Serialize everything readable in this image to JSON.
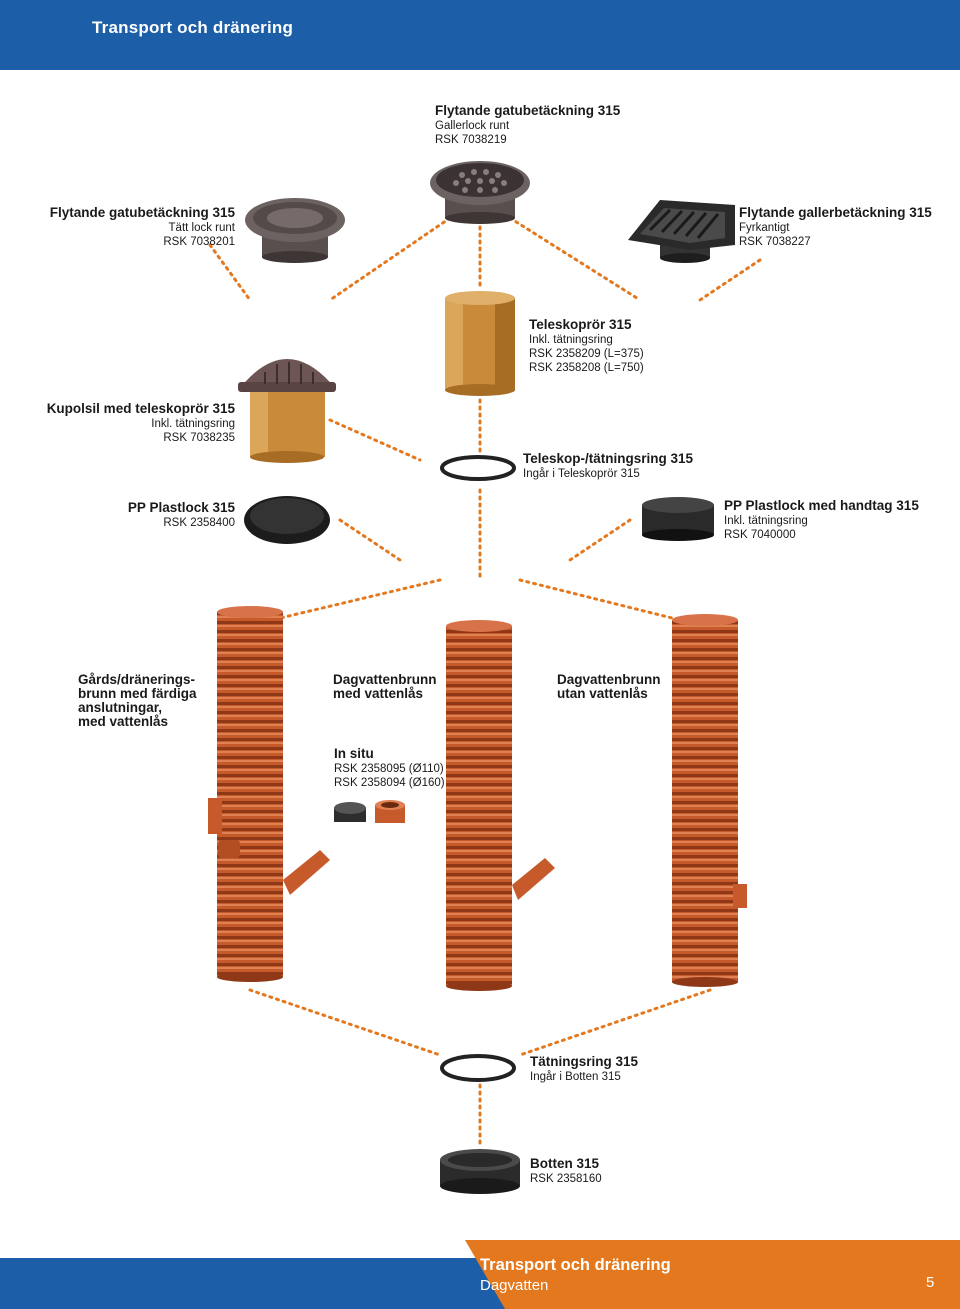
{
  "header": {
    "title": "Transport och dränering"
  },
  "products": {
    "gatu_galler": {
      "title": "Flytande gatubetäckning 315",
      "l1": "Gallerlock runt",
      "l2": "RSK 7038219"
    },
    "gatu_tatt": {
      "title": "Flytande gatubetäckning 315",
      "l1": "Tätt lock runt",
      "l2": "RSK 7038201"
    },
    "galler_fyrkant": {
      "title": "Flytande gallerbetäckning 315",
      "l1": "Fyrkantigt",
      "l2": "RSK 7038227"
    },
    "teleskoprör": {
      "title": "Teleskoprör 315",
      "l1": "Inkl. tätningsring",
      "l2": "RSK 2358209 (L=375)",
      "l3": "RSK 2358208 (L=750)"
    },
    "kupolsil": {
      "title": "Kupolsil med teleskoprör 315",
      "l1": "Inkl. tätningsring",
      "l2": "RSK 7038235"
    },
    "teleskop_ring": {
      "title": "Teleskop-/tätningsring 315",
      "l1": "Ingår i Teleskoprör 315"
    },
    "pp_plastlock": {
      "title": "PP Plastlock 315",
      "l1": "RSK 2358400"
    },
    "pp_handtag": {
      "title": "PP Plastlock med handtag 315",
      "l1": "Inkl. tätningsring",
      "l2": "RSK 7040000"
    },
    "gards": {
      "l1": "Gårds/dränerings-",
      "l2": "brunn med färdiga",
      "l3": "anslutningar,",
      "l4": "med vattenlås"
    },
    "dag_med": {
      "l1": "Dagvattenbrunn",
      "l2": "med vattenlås"
    },
    "dag_utan": {
      "l1": "Dagvattenbrunn",
      "l2": "utan vattenlås"
    },
    "in_situ": {
      "title": "In situ",
      "l1": "RSK 2358095 (Ø110)",
      "l2": "RSK 2358094 (Ø160)"
    },
    "tatningsring": {
      "title": "Tätningsring 315",
      "l1": "Ingår i Botten 315"
    },
    "botten": {
      "title": "Botten 315",
      "l1": "RSK 2358160"
    }
  },
  "footer": {
    "title": "Transport och dränering",
    "subtitle": "Dagvatten",
    "page": "5"
  },
  "colors": {
    "header_blue": "#1d5ea8",
    "footer_orange": "#e3781e",
    "pipe_orange": "#c8552a",
    "dot_orange": "#e3781e"
  }
}
